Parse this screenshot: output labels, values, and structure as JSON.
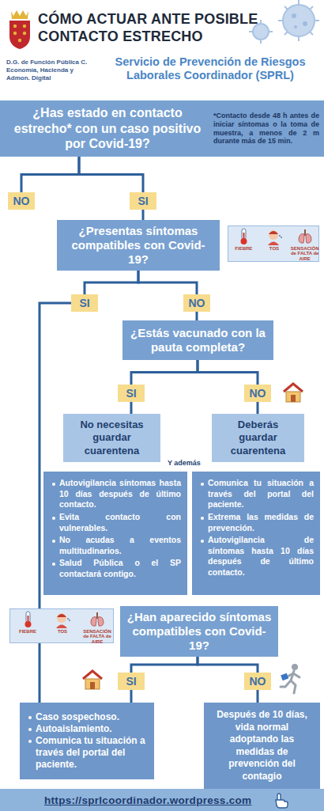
{
  "diagram": {
    "title": "CÓMO ACTUAR ANTE POSIBLE CONTACTO ESTRECHO",
    "nodes": [
      {
        "text": [
          "¿Has estado en contacto estrecho* con un caso positivo por Covid-19?",
          "*Contacto desde 48 h antes de iniciar síntomas o la toma de muestra, a menos de 2 m durante más de 15 min."
        ]
      },
      {
        "text": [
          "NO"
        ]
      },
      {
        "text": [
          "SI"
        ]
      },
      {
        "text": [
          "¿Presentas síntomas compatibles con Covid-19?"
        ]
      },
      {
        "text": [
          "SI"
        ]
      },
      {
        "text": [
          "NO"
        ]
      },
      {
        "text": [
          "¿Estás vacunado con la pauta completa?"
        ]
      },
      {
        "text": [
          "SI"
        ]
      },
      {
        "text": [
          "NO"
        ]
      },
      {
        "text": [
          "No necesitas guardar cuarentena"
        ]
      },
      {
        "text": [
          "Deberás guardar cuarentena"
        ]
      },
      {
        "text": [
          "Autovigilancia síntomas hasta 10 días después de último contacto.",
          "Evita contacto con vulnerables.",
          "No acudas a eventos multitudinarios.",
          "Salud Pública o el SP contactará contigo."
        ]
      },
      {
        "text": [
          "Comunica tu situación a través del portal del paciente.",
          "Extrema las medidas de prevención.",
          "Autovigilancia de síntomas hasta 10 días después de último contacto."
        ]
      },
      {
        "text": [
          "¿Han aparecido síntomas compatibles con Covid-19?"
        ]
      },
      {
        "text": [
          "SI"
        ]
      },
      {
        "text": [
          "NO"
        ]
      },
      {
        "text": [
          "Caso sospechoso.",
          "Autoaislamiento.",
          "Comunica tu situación a través del portal del paciente."
        ]
      },
      {
        "text": [
          "Después de 10 días, vida normal adoptando las medidas de prevención del contagio"
        ]
      },
      {
        "text": [
          "https://sprlcoordinador.wordpress.com"
        ]
      }
    ],
    "edges": [
      {
        "from": 0,
        "to": 1,
        "arrow": "none"
      },
      {
        "from": 0,
        "to": 2,
        "arrow": "none"
      },
      {
        "from": 2,
        "to": 3,
        "arrow": "none"
      },
      {
        "from": 3,
        "to": 4,
        "arrow": "none"
      },
      {
        "from": 3,
        "to": 5,
        "arrow": "none"
      },
      {
        "from": 4,
        "to": 16,
        "arrow": "none"
      },
      {
        "from": 5,
        "to": 6,
        "arrow": "none"
      },
      {
        "from": 6,
        "to": 7,
        "arrow": "none"
      },
      {
        "from": 6,
        "to": 8,
        "arrow": "none"
      },
      {
        "from": 7,
        "to": 9,
        "arrow": "none"
      },
      {
        "from": 8,
        "to": 10,
        "arrow": "none"
      },
      {
        "from": 13,
        "to": 14,
        "arrow": "none"
      },
      {
        "from": 13,
        "to": 15,
        "arrow": "none"
      },
      {
        "from": 14,
        "to": 16,
        "arrow": "none"
      },
      {
        "from": 15,
        "to": 17,
        "arrow": "none"
      }
    ],
    "labels": [
      "D.G. de Función Pública C. Economía, Hacienda y Admon. Digital",
      "Servicio de Prevención de Riesgos Laborales Coordinador (SPRL)",
      "FIEBRE",
      "TOS",
      "SENSACIÓN de FALTA de AIRE",
      "Y además",
      "FIEBRE",
      "TOS",
      "SENSACIÓN de FALTA de AIRE"
    ]
  }
}
